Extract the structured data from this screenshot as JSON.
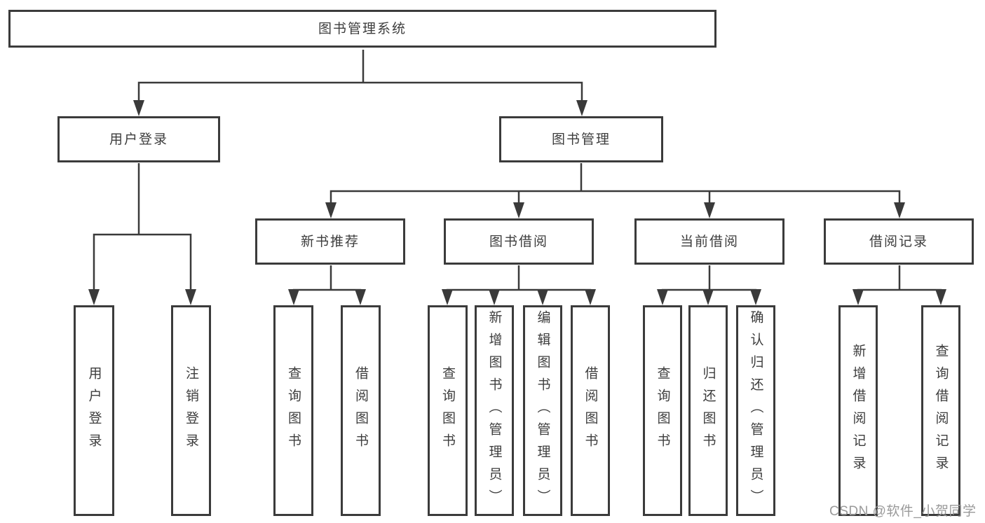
{
  "tree": {
    "root": "图书管理系统",
    "branches": [
      {
        "label": "用户登录",
        "children": [
          "用户登录",
          "注销登录"
        ]
      },
      {
        "label": "图书管理",
        "children": [
          {
            "label": "新书推荐",
            "children": [
              "查询图书",
              "借阅图书"
            ]
          },
          {
            "label": "图书借阅",
            "children": [
              "查询图书",
              "新增图书（管理员）",
              "编辑图书（管理员）",
              "借阅图书"
            ]
          },
          {
            "label": "当前借阅",
            "children": [
              "查询图书",
              "归还图书",
              "确认归还（管理员）"
            ]
          },
          {
            "label": "借阅记录",
            "children": [
              "新增借阅记录",
              "查询借阅记录"
            ]
          }
        ]
      }
    ]
  },
  "colors": {
    "line": "#3a3a3a",
    "border": "#3b3b3b",
    "text": "#3d3d3d",
    "watermark": "#9a9a9a"
  },
  "watermark": "CSDN @软件_小贺同学"
}
